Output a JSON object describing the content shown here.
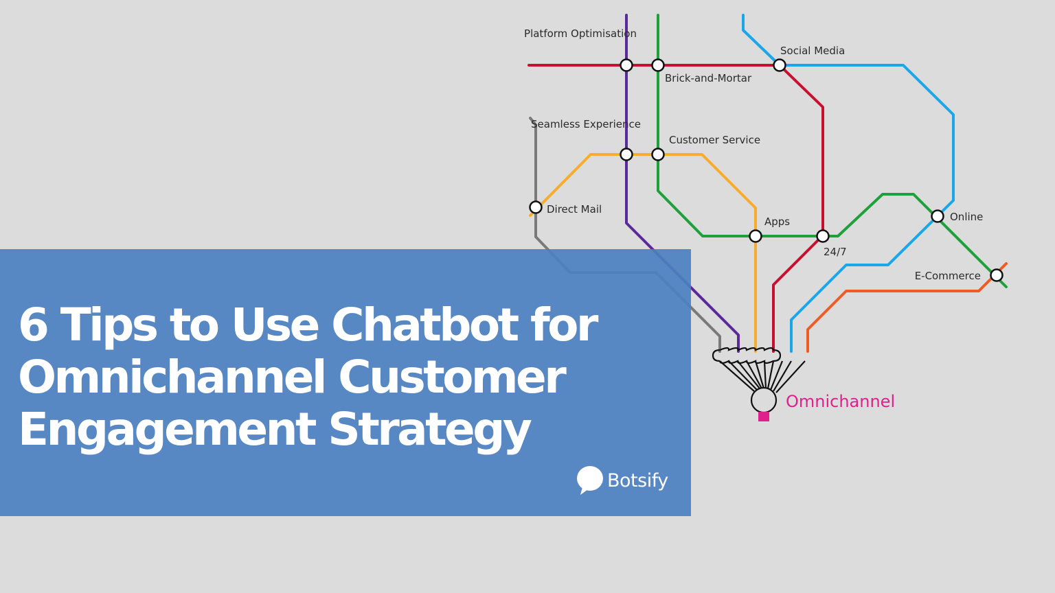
{
  "title": {
    "line1": "6 Tips to Use Chatbot for",
    "line2": "Omnichannel Customer",
    "line3": "Engagement Strategy"
  },
  "brand": {
    "name": "Botsify",
    "icon": "speech-bubble-icon"
  },
  "map": {
    "hub_label": "Omnichannel",
    "stations": [
      "Platform Optimisation",
      "Brick-and-Mortar",
      "Social Media",
      "Seamless Experience",
      "Customer Service",
      "Direct Mail",
      "Apps",
      "24/7",
      "Online",
      "E-Commerce"
    ],
    "line_colors": {
      "red": "#c8102e",
      "purple": "#5b2a9a",
      "green": "#1ea03a",
      "blue": "#1aa7ea",
      "orange": "#f8ac2e",
      "gray": "#7a7a7a",
      "dark_orange": "#f05a23"
    },
    "hub_color": "#e0208c"
  },
  "colors": {
    "background": "#dcdcdc",
    "banner": "#4c80c0"
  }
}
